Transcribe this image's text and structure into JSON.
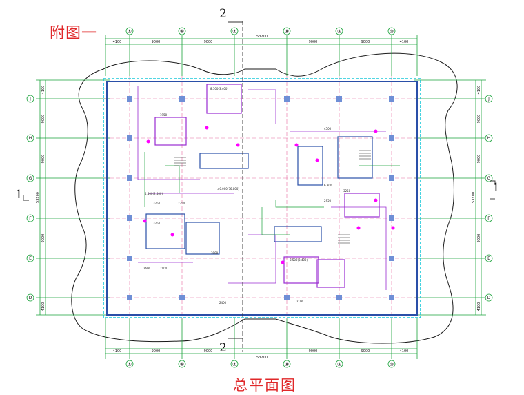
{
  "figure_label": "附图一",
  "caption": "总平面图",
  "section_marks": {
    "top": "2",
    "bottom": "2",
    "left": "1",
    "right": "1"
  },
  "column_grid": [
    "⑤",
    "⑥",
    "⑦",
    "⑧",
    "⑨",
    "⑩"
  ],
  "row_grid": [
    "J",
    "H",
    "G",
    "F",
    "E",
    "D"
  ],
  "bay_widths": [
    "4100",
    "9000",
    "9000",
    "9000",
    "9000",
    "4100"
  ],
  "total_width": "53200",
  "left_dims": [
    "4100",
    "9000",
    "9000",
    "9000",
    "4100"
  ],
  "total_height": "53200",
  "colors": {
    "title": "#e0282a",
    "wall": "#2a4fa8",
    "dim": "#19a33a",
    "room": "#9a2bd1",
    "door": "#ff00ff",
    "slab": "#19c8d8"
  },
  "room_labels": [
    "8.500(3.400)",
    "8.500(3.400)",
    "4.500(2.400)",
    "6.800",
    "±0.000(76.800)",
    "3250",
    "2350",
    "1950",
    "3000",
    "4500",
    "2950",
    "2100",
    "2600",
    "2400",
    "2100",
    "3250",
    "3250"
  ]
}
